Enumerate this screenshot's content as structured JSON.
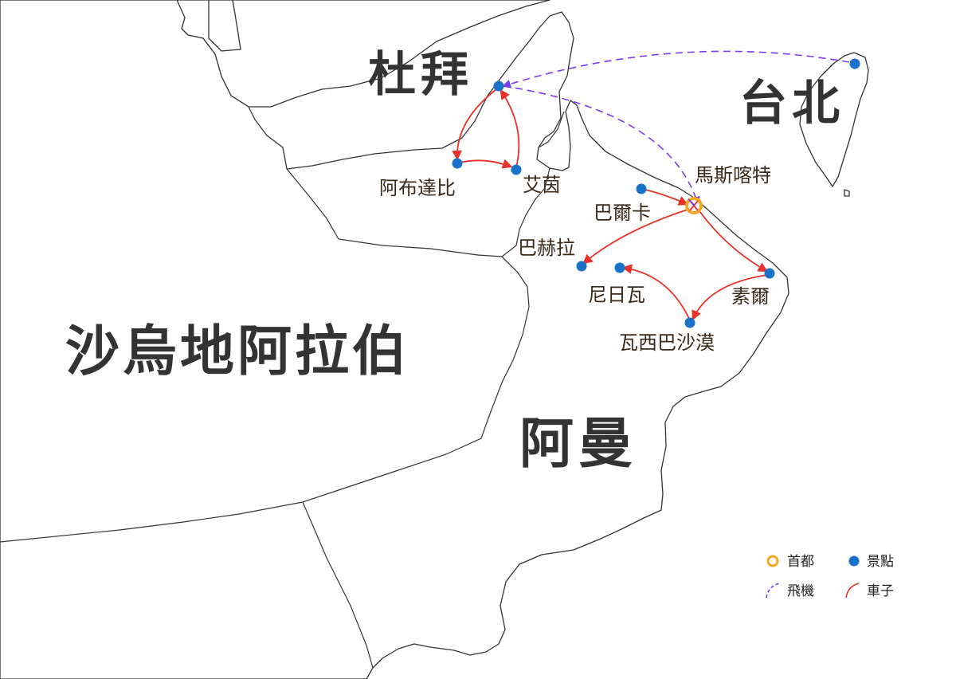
{
  "countries": {
    "dubai": "杜拜",
    "taipei": "台北",
    "saudi": "沙烏地阿拉伯",
    "oman": "阿曼"
  },
  "cities": {
    "muscat": "馬斯喀特",
    "abu_dhabi": "阿布達比",
    "al_ain": "艾茵",
    "barka": "巴爾卡",
    "bahla": "巴赫拉",
    "nizwa": "尼日瓦",
    "sur": "素爾",
    "wahiba": "瓦西巴沙漠"
  },
  "legend": {
    "capital": "首都",
    "attraction": "景點",
    "plane": "飛機",
    "car": "車子"
  },
  "colors": {
    "plane_route": "#7a3cf0",
    "car_route": "#e8312a",
    "attraction_dot": "#1a73c8",
    "capital_ring": "#f5a623"
  }
}
